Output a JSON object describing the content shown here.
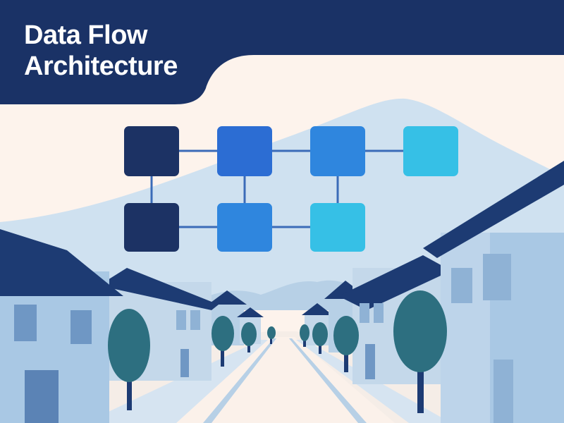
{
  "header": {
    "title_line1": "Data Flow",
    "title_line2": "Architecture"
  },
  "colors": {
    "header_navy": "#1a3266",
    "background_cream": "#fdf3ec",
    "node_navy": "#1c3264",
    "node_blue": "#2c6dd3",
    "node_mid_blue": "#2f86de",
    "node_cyan": "#36c0e6",
    "connector": "#3b6bb8",
    "mountain": "#cfe0ef",
    "house_wall": "#a9c8e4",
    "roof": "#1d3b73",
    "tree": "#2d6f80"
  },
  "diagram": {
    "nodes": [
      {
        "id": "r1c1",
        "color": "node_navy"
      },
      {
        "id": "r1c2",
        "color": "node_blue"
      },
      {
        "id": "r1c3",
        "color": "node_mid_blue"
      },
      {
        "id": "r1c4",
        "color": "node_cyan"
      },
      {
        "id": "r2c1",
        "color": "node_navy"
      },
      {
        "id": "r2c2",
        "color": "node_mid_blue"
      },
      {
        "id": "r2c3",
        "color": "node_cyan"
      }
    ],
    "edges": [
      [
        "r1c1",
        "r1c2"
      ],
      [
        "r1c2",
        "r1c3"
      ],
      [
        "r1c3",
        "r1c4"
      ],
      [
        "r1c1",
        "r2c1"
      ],
      [
        "r1c2",
        "r2c2"
      ],
      [
        "r1c3",
        "r2c3"
      ],
      [
        "r2c1",
        "r2c2"
      ],
      [
        "r2c2",
        "r2c3"
      ]
    ]
  }
}
